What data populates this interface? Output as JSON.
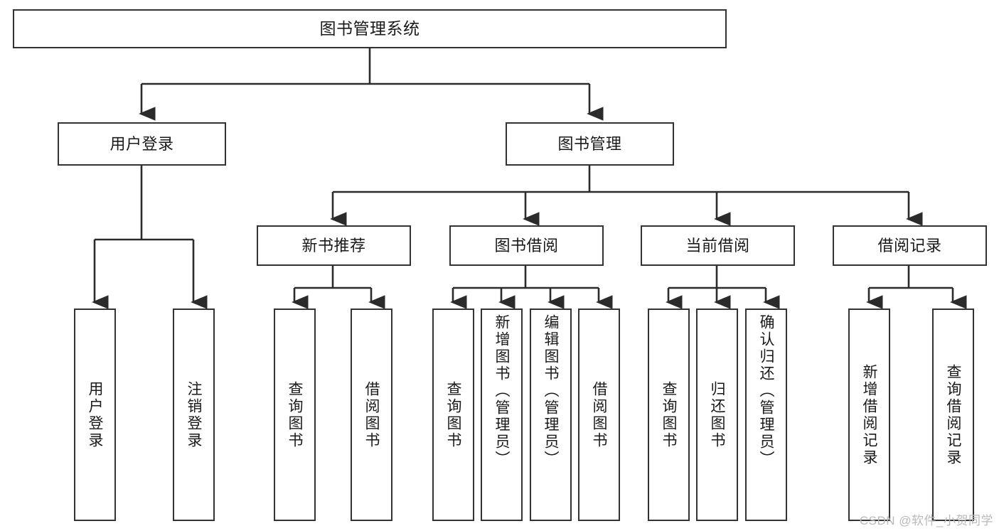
{
  "diagram": {
    "title": "图书管理系统",
    "watermark": "CSDN @软件_小贺同学",
    "line_color": "#333333",
    "box_fill": "#ffffff",
    "text_color": "#1a1a1a",
    "watermark_color": "#b9b9b9"
  },
  "nodes": {
    "root": {
      "label": "图书管理系统"
    },
    "level1": [
      {
        "id": "user-login",
        "label": "用户登录"
      },
      {
        "id": "book-manage",
        "label": "图书管理"
      }
    ],
    "level2": [
      {
        "id": "new-book-recommend",
        "label": "新书推荐"
      },
      {
        "id": "book-borrow",
        "label": "图书借阅"
      },
      {
        "id": "current-borrow",
        "label": "当前借阅"
      },
      {
        "id": "borrow-record",
        "label": "借阅记录"
      }
    ],
    "leaves": {
      "user_login": [
        {
          "id": "leaf-user-login",
          "label": "用户登录"
        },
        {
          "id": "leaf-logout-login",
          "label": "注销登录"
        }
      ],
      "new_book_recommend": [
        {
          "id": "leaf-query-book-1",
          "label": "查询图书"
        },
        {
          "id": "leaf-borrow-book-1",
          "label": "借阅图书"
        }
      ],
      "book_borrow": [
        {
          "id": "leaf-query-book-2",
          "label": "查询图书"
        },
        {
          "id": "leaf-add-book-admin",
          "label": "新增图书（管理员）"
        },
        {
          "id": "leaf-edit-book-admin",
          "label": "编辑图书（管理员）"
        },
        {
          "id": "leaf-borrow-book-2",
          "label": "借阅图书"
        }
      ],
      "current_borrow": [
        {
          "id": "leaf-query-book-3",
          "label": "查询图书"
        },
        {
          "id": "leaf-return-book",
          "label": "归还图书"
        },
        {
          "id": "leaf-confirm-return-admin",
          "label": "确认归还（管理员）"
        }
      ],
      "borrow_record": [
        {
          "id": "leaf-add-borrow-record",
          "label": "新增借阅记录"
        },
        {
          "id": "leaf-query-borrow-record",
          "label": "查询借阅记录"
        }
      ]
    }
  }
}
